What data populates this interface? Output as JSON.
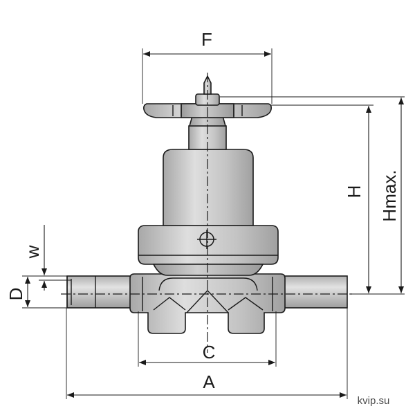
{
  "dimensions": {
    "A": "A",
    "C": "C",
    "D": "D",
    "F": "F",
    "H": "H",
    "Hmax": "Hmax.",
    "w": "w"
  },
  "watermark": "kvip.su",
  "colors": {
    "metal_light": "#dcdcdc",
    "metal_mid": "#bdbdbd",
    "metal_dark": "#9a9a9a",
    "line": "#1a1a1a"
  }
}
